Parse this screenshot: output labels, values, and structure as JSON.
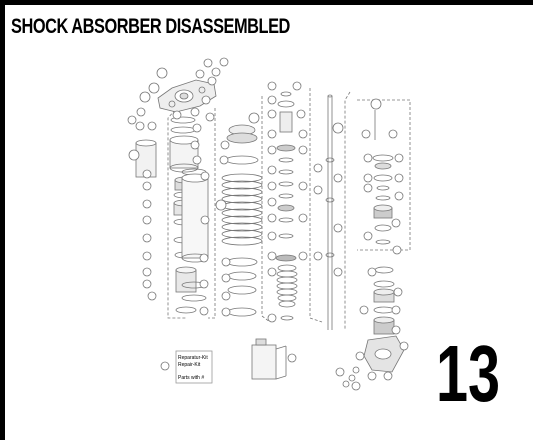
{
  "title": "SHOCK ABSORBER DISASSEMBLED",
  "page_number": "13",
  "repair_kit": {
    "line1": "Reparatur-Kit",
    "line2": "Repair-Kit",
    "line3": "Parts with #"
  }
}
